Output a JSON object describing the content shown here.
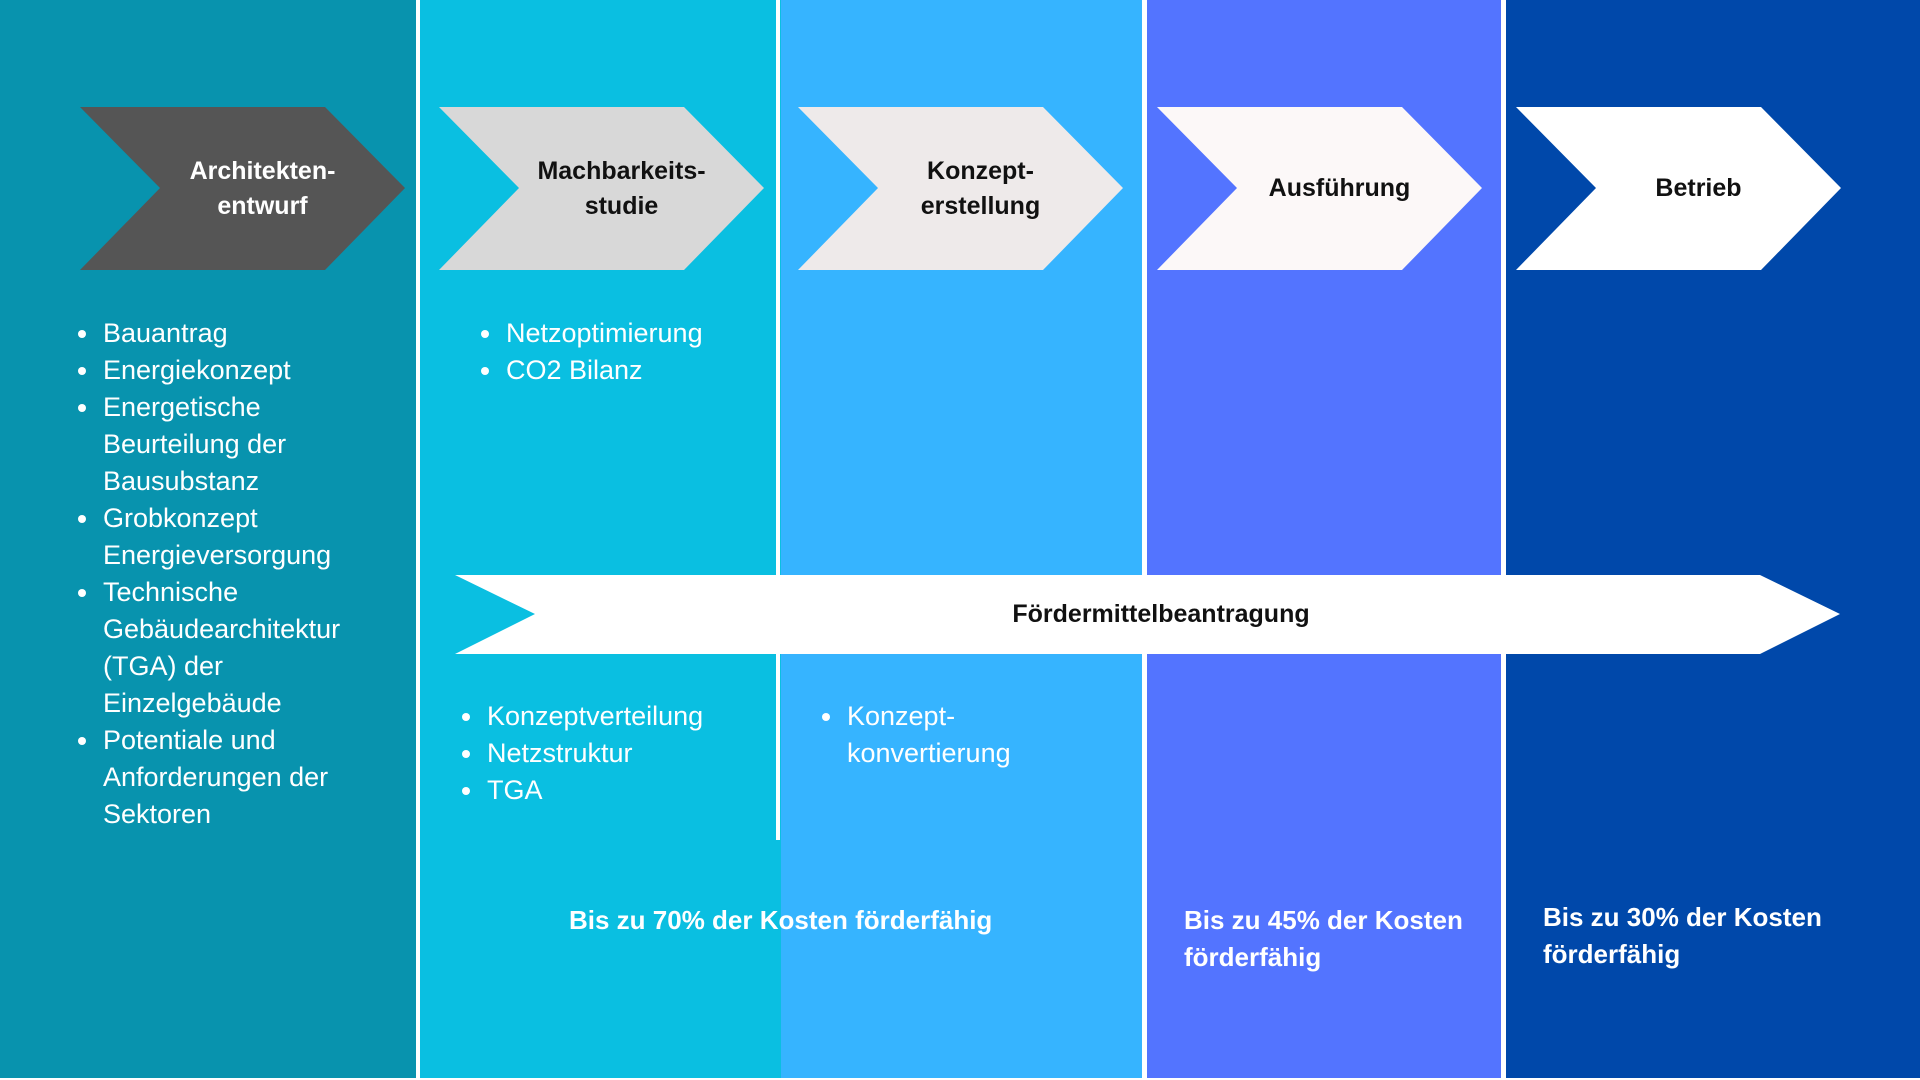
{
  "colors": {
    "col1": "#0893AE",
    "col2": "#0ABFE1",
    "col3": "#36B4FF",
    "col4": "#5374FF",
    "col5": "#0048AA",
    "arrow1": "#555555",
    "arrow2": "#D8D8D8",
    "arrow3": "#EEEAEA",
    "arrow4": "#FCF8F8",
    "arrow5": "#FFFFFF"
  },
  "phases": [
    {
      "label": "Architekten-\nentwurf",
      "icon": "chevron-arrow-icon"
    },
    {
      "label": "Machbarkeits-\nstudie",
      "icon": "chevron-arrow-icon"
    },
    {
      "label": "Konzept-\nerstellung",
      "icon": "chevron-arrow-icon"
    },
    {
      "label": "Ausführung",
      "icon": "chevron-arrow-icon"
    },
    {
      "label": "Betrieb",
      "icon": "chevron-arrow-icon"
    }
  ],
  "lists": {
    "architektenentwurf": [
      "Bauantrag",
      "Energiekonzept",
      "Energetische Beurteilung der Bausubstanz",
      "Grobkonzept Energieversorgung",
      "Technische Gebäudearchitektur (TGA) der Einzelgebäude",
      "Potentiale und Anforderungen der Sektoren"
    ],
    "machbarkeit_oben": [
      "Netzoptimierung",
      "CO2 Bilanz"
    ],
    "machbarkeit_unten": [
      "Konzeptverteilung",
      "Netzstruktur",
      "TGA"
    ],
    "konzept_unten": [
      "Konzept-konvertierung"
    ]
  },
  "banner": {
    "label": "Fördermittelbeantragung",
    "icon": "banner-arrow-icon"
  },
  "funding": {
    "note_70": "Bis zu 70% der Kosten förderfähig",
    "note_45": "Bis zu 45% der Kosten förderfähig",
    "note_30": "Bis zu 30% der Kosten förderfähig"
  }
}
